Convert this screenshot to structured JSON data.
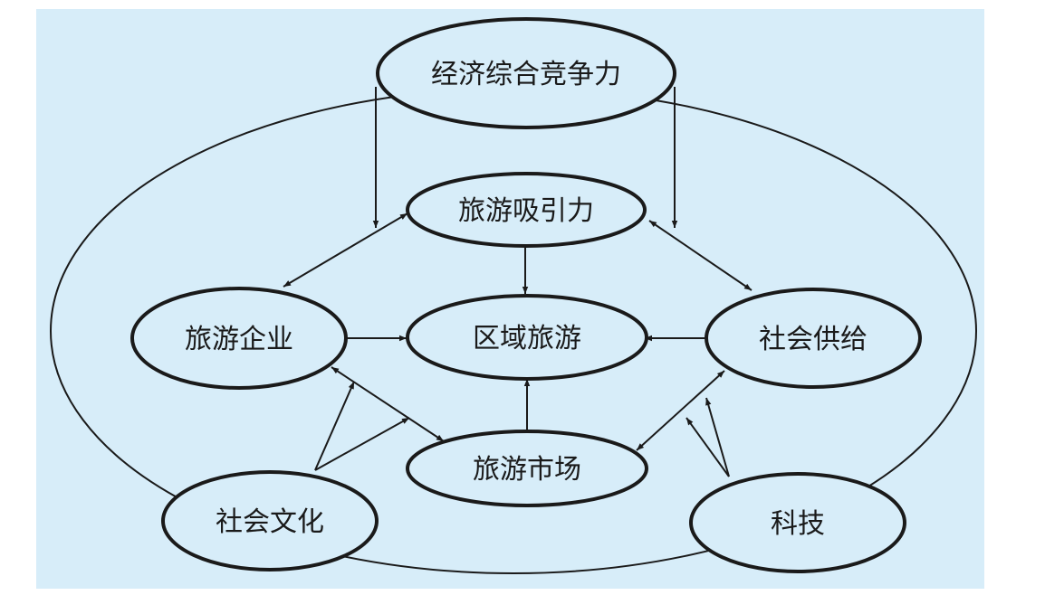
{
  "diagram": {
    "colors": {
      "background": "#d7edf9",
      "stroke": "#1a1a1a",
      "node_fill": "#d7edf9"
    },
    "nodes": {
      "economic_competitiveness": "经济综合竞争力",
      "tourism_attraction": "旅游吸引力",
      "tourism_enterprise": "旅游企业",
      "regional_tourism": "区域旅游",
      "social_supply": "社会供给",
      "tourism_market": "旅游市场",
      "social_culture": "社会文化",
      "technology": "科技"
    }
  }
}
